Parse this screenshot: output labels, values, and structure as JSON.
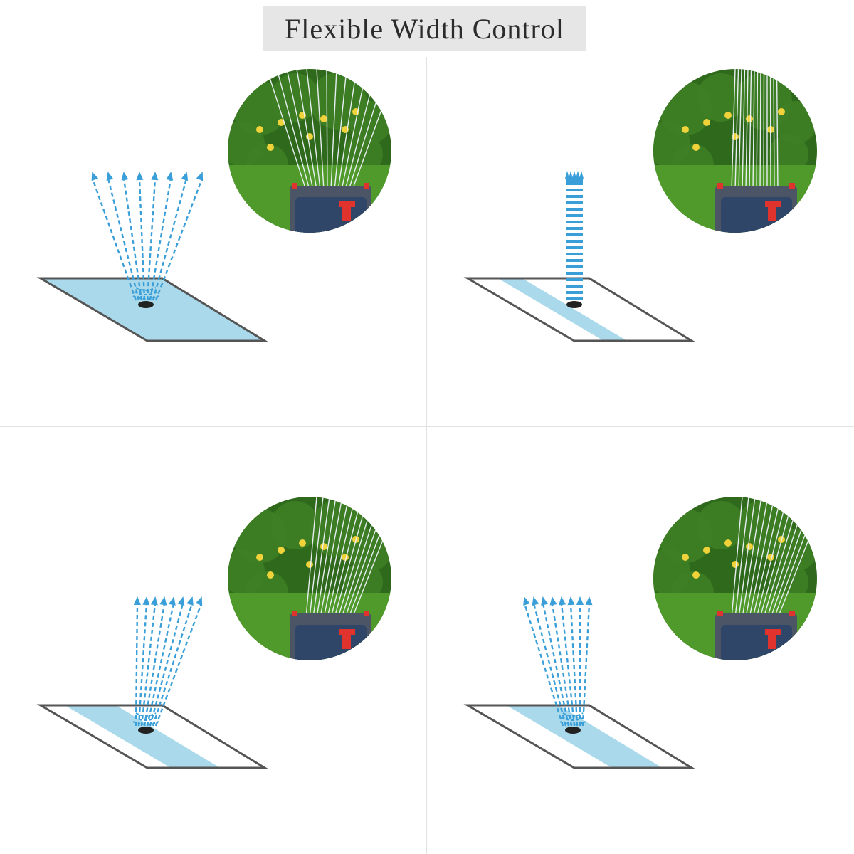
{
  "title": "Flexible Width Control",
  "colors": {
    "water": "#3a9fd8",
    "coverage": "#a9d9ea",
    "outline": "#555555",
    "grass": "#4f9a2a",
    "foliage": "#2f6a1c",
    "flower": "#f0d23a",
    "sprinkler_body": "#4b5566",
    "sprinkler_face": "#2f4668",
    "knob": "#e0332e"
  },
  "panels": [
    {
      "id": "full-width",
      "coverage_start": 0.0,
      "coverage_end": 1.0,
      "spray": "wide-fan"
    },
    {
      "id": "narrow-center",
      "coverage_start": 0.25,
      "coverage_end": 0.45,
      "spray": "vertical-column"
    },
    {
      "id": "left-side",
      "coverage_start": 0.2,
      "coverage_end": 0.62,
      "spray": "right-lean"
    },
    {
      "id": "right-side",
      "coverage_start": 0.32,
      "coverage_end": 0.75,
      "spray": "left-lean"
    }
  ]
}
